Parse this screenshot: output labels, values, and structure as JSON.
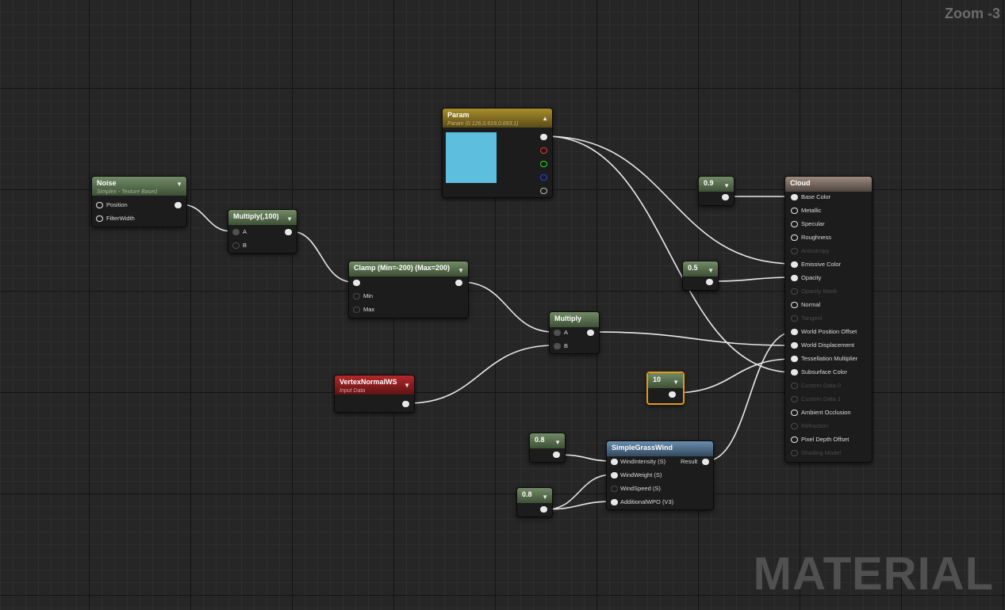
{
  "zoom_label": "Zoom -3",
  "watermark": "MATERIAL",
  "colors": {
    "param_swatch": "#5dbedd",
    "selected_outline": "#e09a1c"
  },
  "nodes": {
    "noise": {
      "title": "Noise",
      "subtitle": "Simplex - Texture Based",
      "inputs": [
        "Position",
        "FilterWidth"
      ]
    },
    "multiply100": {
      "title": "Multiply(,100)",
      "inputs": [
        "A",
        "B"
      ]
    },
    "clamp": {
      "title": "Clamp (Min=-200) (Max=200)",
      "inputs": [
        "Min",
        "Max"
      ]
    },
    "param": {
      "title": "Param",
      "subtitle": "Param (0.126,0.619,0.693,1)"
    },
    "multiply": {
      "title": "Multiply",
      "inputs": [
        "A",
        "B"
      ]
    },
    "vertex_normal": {
      "title": "VertexNormalWS",
      "subtitle": "Input Data"
    },
    "const_09": {
      "title": "0.9"
    },
    "const_05": {
      "title": "0.5"
    },
    "const_10": {
      "title": "10"
    },
    "const_08_top": {
      "title": "0.8"
    },
    "const_08_bottom": {
      "title": "0.8"
    },
    "grass_wind": {
      "title": "SimpleGrassWind",
      "inputs": [
        "WindIntensity (S)",
        "WindWeight (S)",
        "WindSpeed (S)",
        "AdditionalWPO (V3)"
      ],
      "output": "Result"
    },
    "cloud": {
      "title": "Cloud",
      "pins": [
        "Base Color",
        "Metallic",
        "Specular",
        "Roughness",
        "Anisotropy",
        "Emissive Color",
        "Opacity",
        "Opacity Mask",
        "Normal",
        "Tangent",
        "World Position Offset",
        "World Displacement",
        "Tessellation Multiplier",
        "Subsurface Color",
        "Custom Data 0",
        "Custom Data 1",
        "Ambient Occlusion",
        "Refraction",
        "Pixel Depth Offset",
        "Shading Model"
      ]
    }
  }
}
